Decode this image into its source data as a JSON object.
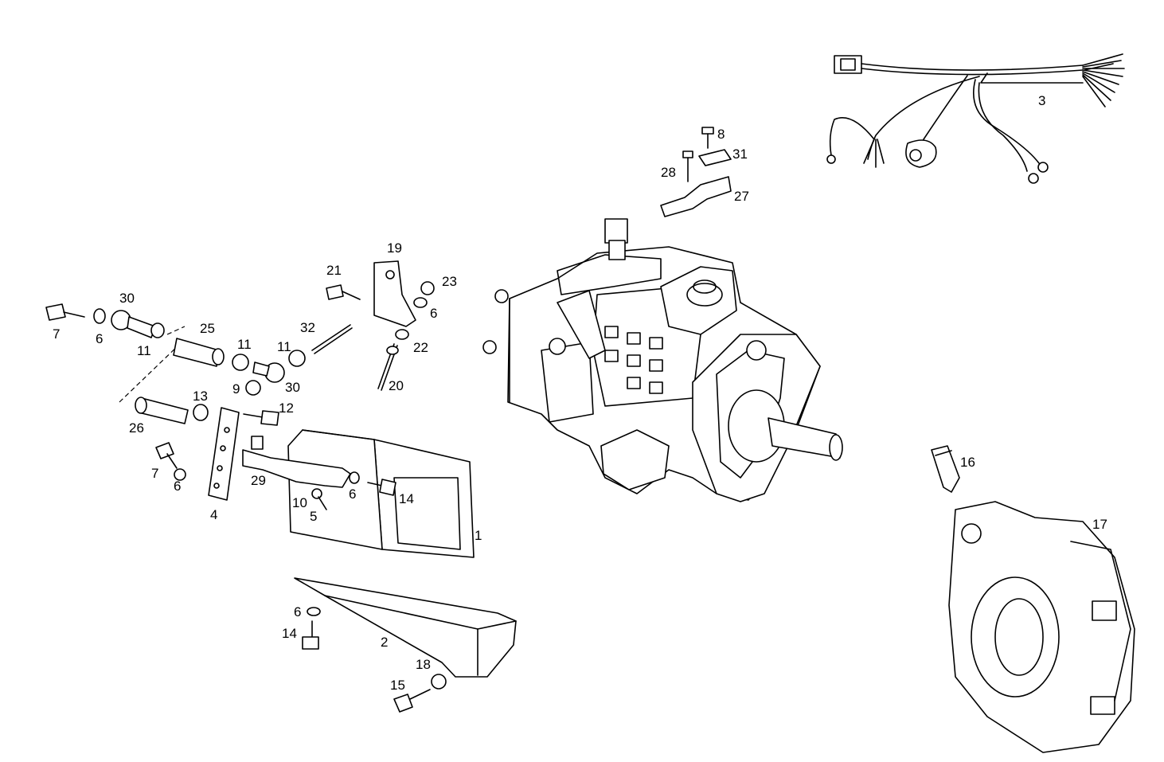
{
  "labels": {
    "p1": "1",
    "p2": "2",
    "p3": "3",
    "p4": "4",
    "p5": "5",
    "p6a": "6",
    "p6b": "6",
    "p6c": "6",
    "p6d": "6",
    "p6e": "6",
    "p7a": "7",
    "p7b": "7",
    "p8": "8",
    "p9": "9",
    "p10": "10",
    "p11a": "11",
    "p11b": "11",
    "p11c": "11",
    "p12": "12",
    "p13": "13",
    "p14a": "14",
    "p14b": "14",
    "p15": "15",
    "p16": "16",
    "p17": "17",
    "p18": "18",
    "p19": "19",
    "p20": "20",
    "p21": "21",
    "p22": "22",
    "p23": "23",
    "p25": "25",
    "p26": "26",
    "p27": "27",
    "p28": "28",
    "p29": "29",
    "p30a": "30",
    "p30b": "30",
    "p31": "31",
    "p32": "32"
  }
}
